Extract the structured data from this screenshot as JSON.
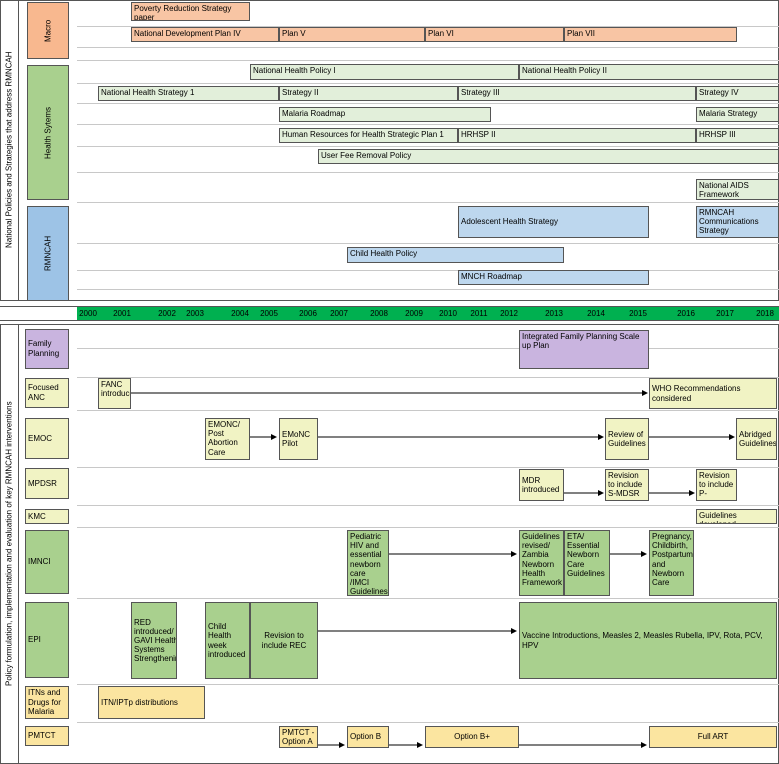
{
  "top": {
    "vertical_label": "National Policies and Strategies that address RMNCAH",
    "sections": [
      {
        "label": "Macro",
        "fill": "#f8b88f"
      },
      {
        "label": "Health Sytems",
        "fill": "#a9d08e"
      },
      {
        "label": "RMNCAH",
        "fill": "#9dc3e6"
      }
    ]
  },
  "bottom": {
    "vertical_label": "Policy formulation, implementation and evaluation of key RMNCAH interventions",
    "categories": [
      {
        "label": "Family Planning",
        "fill": "#c9b4df"
      },
      {
        "label": "Focused ANC",
        "fill": "#f1f3c4"
      },
      {
        "label": "EMOC",
        "fill": "#f1f3c4"
      },
      {
        "label": "MPDSR",
        "fill": "#f1f3c4"
      },
      {
        "label": "KMC",
        "fill": "#f1f3c4"
      },
      {
        "label": "IMNCI",
        "fill": "#a9d08e"
      },
      {
        "label": "EPI",
        "fill": "#a9d08e"
      },
      {
        "label": "ITNs and Drugs for Malaria",
        "fill": "#fbe5a0"
      },
      {
        "label": "PMTCT",
        "fill": "#fbe5a0"
      }
    ]
  },
  "years": [
    "2000",
    "2001",
    "2002",
    "2003",
    "2004",
    "2005",
    "2006",
    "2007",
    "2008",
    "2009",
    "2010",
    "2011",
    "2012",
    "2013",
    "2014",
    "2015",
    "2016",
    "2017",
    "2018"
  ],
  "colors": {
    "macro": "#f8c5a4",
    "health": "#e2efda",
    "rmncah": "#bdd7ee",
    "fp": "#c9b4df",
    "yellow": "#f1f3c4",
    "green": "#a9d08e",
    "gold": "#fbe5a0",
    "axis": "#00b050"
  },
  "policy_bars": [
    {
      "text": "Poverty Reduction Strategy paper",
      "c": "macro"
    },
    {
      "text": "National Development Plan IV",
      "c": "macro"
    },
    {
      "text": "Plan V",
      "c": "macro"
    },
    {
      "text": "Plan VI",
      "c": "macro"
    },
    {
      "text": "Plan VII",
      "c": "macro"
    },
    {
      "text": "National Health Policy I",
      "c": "health"
    },
    {
      "text": "National Health Policy II",
      "c": "health"
    },
    {
      "text": "National Health Strategy 1",
      "c": "health"
    },
    {
      "text": "Strategy II",
      "c": "health"
    },
    {
      "text": "Strategy III",
      "c": "health"
    },
    {
      "text": "Strategy IV",
      "c": "health"
    },
    {
      "text": "Malaria Roadmap",
      "c": "health"
    },
    {
      "text": "Malaria Strategy",
      "c": "health"
    },
    {
      "text": "Human Resources for Health Strategic Plan 1",
      "c": "health"
    },
    {
      "text": "HRHSP II",
      "c": "health"
    },
    {
      "text": "HRHSP III",
      "c": "health"
    },
    {
      "text": "User Fee Removal Policy",
      "c": "health"
    },
    {
      "text": "National AIDS Framework",
      "c": "health"
    },
    {
      "text": "Adolescent Health Strategy",
      "c": "rmncah"
    },
    {
      "text": "RMNCAH Communications Strategy",
      "c": "rmncah"
    },
    {
      "text": "Child Health Policy",
      "c": "rmncah"
    },
    {
      "text": "MNCH Roadmap",
      "c": "rmncah"
    }
  ],
  "events": [
    {
      "text": "Integrated Family Planning Scale up Plan",
      "c": "fp"
    },
    {
      "text": "FANC introduced",
      "c": "yellow"
    },
    {
      "text": "WHO Recommendations considered",
      "c": "yellow"
    },
    {
      "text": "EMONC/ Post Abortion Care",
      "c": "yellow"
    },
    {
      "text": "EMoNC Pilot",
      "c": "yellow"
    },
    {
      "text": "Review of Guidelines",
      "c": "yellow"
    },
    {
      "text": "Abridged Guidelines",
      "c": "yellow"
    },
    {
      "text": "MDR introduced",
      "c": "yellow"
    },
    {
      "text": "Revision to include S-MDSR",
      "c": "yellow"
    },
    {
      "text": "Revision to include P-MPDSR",
      "c": "yellow"
    },
    {
      "text": "Guidelines developed",
      "c": "yellow"
    },
    {
      "text": "Pediatric HIV and essential newborn care /IMCI Guidelines",
      "c": "green"
    },
    {
      "text": "Guidelines revised/ Zambia Newborn Health Framework",
      "c": "green"
    },
    {
      "text": "ETA/ Essential Newborn Care Guidelines",
      "c": "green"
    },
    {
      "text": "Pregnancy, Childbirth, Postpartum and Newborn Care",
      "c": "green"
    },
    {
      "text": "RED introduced/ GAVI Health Systems Strengthening",
      "c": "green"
    },
    {
      "text": "Child Health week introduced",
      "c": "green"
    },
    {
      "text": "Revision to include REC",
      "c": "green"
    },
    {
      "text": "Vaccine Introductions, Measles 2, Measles Rubella, IPV, Rota, PCV, HPV",
      "c": "green"
    },
    {
      "text": "ITN/IPTp distributions",
      "c": "gold"
    },
    {
      "text": "PMTCT - Option A",
      "c": "gold"
    },
    {
      "text": "Option B",
      "c": "gold"
    },
    {
      "text": "Option B+",
      "c": "gold"
    },
    {
      "text": "Full ART",
      "c": "gold"
    }
  ]
}
